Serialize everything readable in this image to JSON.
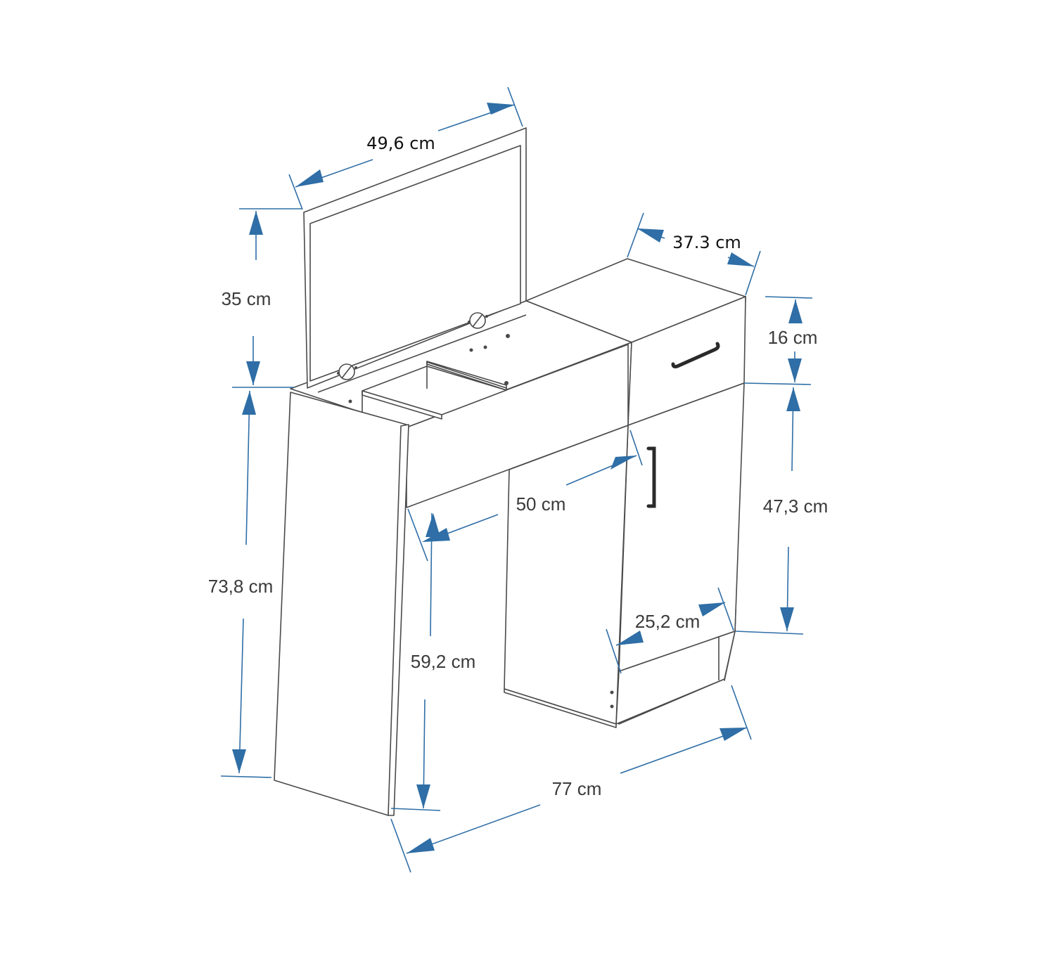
{
  "dimensions": {
    "mirror_width": "49,6 cm",
    "mirror_height": "35 cm",
    "cabinet_depth": "37.3 cm",
    "drawer_height": "16 cm",
    "door_height": "47,3 cm",
    "table_height": "73,8 cm",
    "knee_depth": "50 cm",
    "knee_height": "59,2 cm",
    "door_width": "25,2 cm",
    "total_width": "77 cm"
  },
  "colors": {
    "dimension_line": "#2f6ea6",
    "outline": "#4a4a4a",
    "handle": "#2a2a2a"
  }
}
